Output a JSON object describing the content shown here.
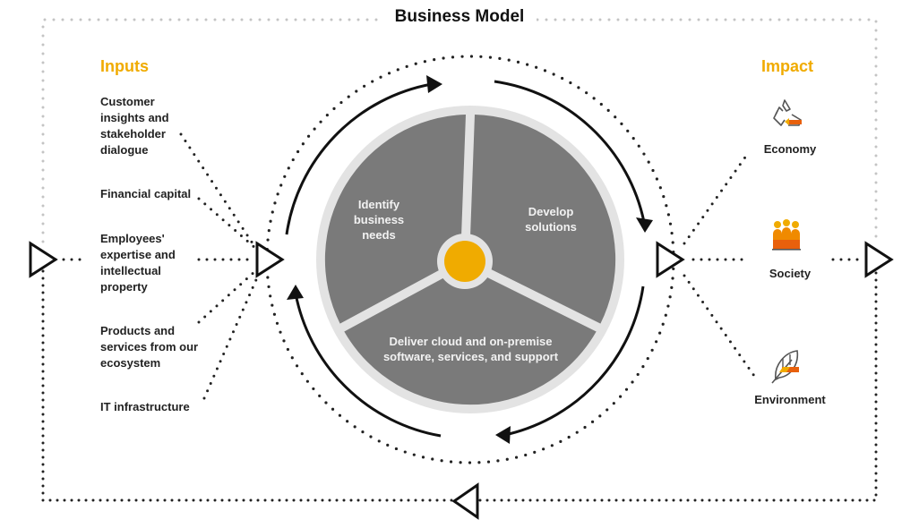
{
  "title": "Business Model",
  "inputs": {
    "heading": "Inputs",
    "items": [
      {
        "label": "Customer insights and stakeholder dialogue"
      },
      {
        "label": "Financial capital"
      },
      {
        "label": "Employees' expertise and intellectual property"
      },
      {
        "label": "Products and services from our ecosystem"
      },
      {
        "label": "IT infrastructure"
      }
    ]
  },
  "wheel": {
    "segments": [
      {
        "label": "Identify business needs"
      },
      {
        "label": "Develop solutions"
      },
      {
        "label": "Deliver cloud and on-premise software, services, and support"
      }
    ],
    "hub_color": "#f0ab00",
    "segment_color": "#7a7a7a",
    "ring_color": "#e3e3e3"
  },
  "impact": {
    "heading": "Impact",
    "items": [
      {
        "label": "Economy",
        "icon": "recycle-icon"
      },
      {
        "label": "Society",
        "icon": "people-icon"
      },
      {
        "label": "Environment",
        "icon": "leaf-icon"
      }
    ]
  },
  "colors": {
    "accent": "#f0ab00",
    "accent_dark": "#e8600c",
    "text": "#222222"
  }
}
